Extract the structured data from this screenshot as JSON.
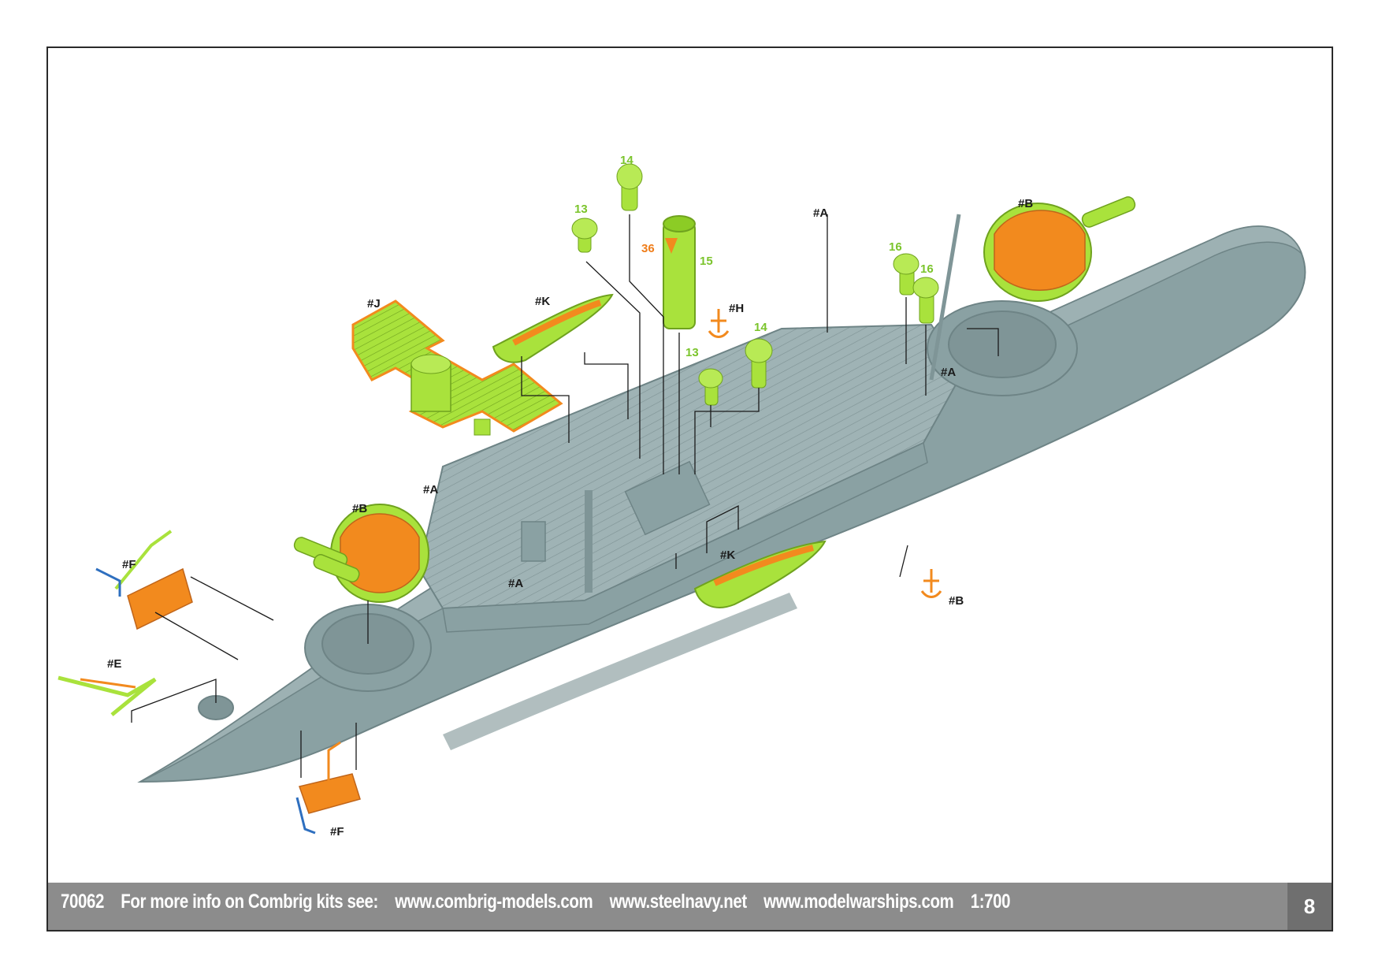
{
  "footer": {
    "kit_number": "70062",
    "info_text": "For more info on Combrig kits see:",
    "url_1": "www.combrig-models.com",
    "url_2": "www.steelnavy.net",
    "url_3": "www.modelwarships.com",
    "scale": "1:700",
    "page_number": "8"
  },
  "callouts": {
    "part_13_a": "13",
    "part_14_a": "14",
    "part_36": "36",
    "part_15": "15",
    "part_16_a": "16",
    "part_16_b": "16",
    "part_14_b": "14",
    "part_13_b": "13",
    "sub_a_1": "#A",
    "sub_a_2": "#A",
    "sub_a_3": "#A",
    "sub_a_4": "#A",
    "sub_b_1": "#B",
    "sub_b_2": "#B",
    "sub_b_3": "#B",
    "sub_j": "#J",
    "sub_k_1": "#K",
    "sub_k_2": "#K",
    "sub_h": "#H",
    "sub_f_1": "#F",
    "sub_f_2": "#F",
    "sub_e": "#E"
  },
  "colors": {
    "hull": "#8aa1a3",
    "deck": "#9fb3b5",
    "part_green": "#a9e23c",
    "photo_etch_orange": "#f28a1e",
    "brass_blue": "#2e6fbf",
    "footer_bar": "#8c8c8c"
  }
}
